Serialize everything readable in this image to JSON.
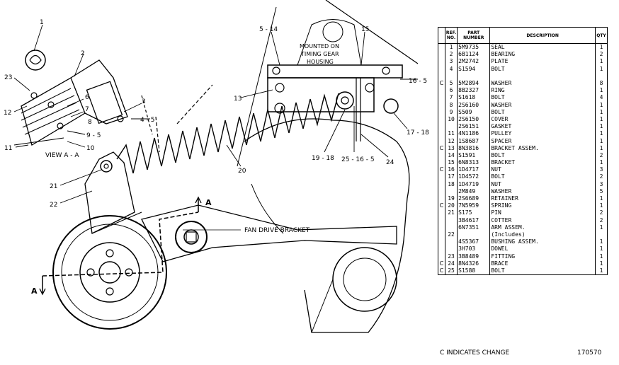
{
  "diagram": {
    "callouts": {
      "c1": "1",
      "c2": "2",
      "c3": "3",
      "c4_5": "4 - 5",
      "c5_14": "5 - 14",
      "c6": "6",
      "c7": "7",
      "c8": "8",
      "c9_5": "9 - 5",
      "c10": "10",
      "c11": "11",
      "c12": "12",
      "c13": "13",
      "c15": "15",
      "c16_5": "16 - 5",
      "c17_18": "17 - 18",
      "c19_18": "19 - 18",
      "c20": "20",
      "c21": "21",
      "c22": "22",
      "c23": "23",
      "c24": "24",
      "c25_16_5": "25 - 16 - 5",
      "view_aa": "VIEW A - A",
      "a_top": "A",
      "a_left": "A"
    },
    "mounted_note": [
      "MOUNTED ON",
      "TIMING GEAR",
      "HOUSING"
    ],
    "fan_drive_bracket": "FAN DRIVE BRACKET"
  },
  "parts_table": {
    "headers": {
      "ref": "REF. NO.",
      "part": "PART NUMBER",
      "desc": "DESCRIPTION",
      "qty": "QTY"
    },
    "rows": [
      {
        "c": "",
        "ref": "1",
        "part": "5M9735",
        "desc": "SEAL",
        "qty": "1"
      },
      {
        "c": "",
        "ref": "2",
        "part": "6B1124",
        "desc": "BEARING",
        "qty": "2"
      },
      {
        "c": "",
        "ref": "3",
        "part": "2M2742",
        "desc": "PLATE",
        "qty": "1"
      },
      {
        "c": "",
        "ref": "4",
        "part": "S1594",
        "desc": "BOLT",
        "qty": "1"
      },
      {
        "c": "",
        "ref": "",
        "part": "",
        "desc": "",
        "qty": ""
      },
      {
        "c": "C",
        "ref": "5",
        "part": "5M2894",
        "desc": "WASHER",
        "qty": "8"
      },
      {
        "c": "",
        "ref": "6",
        "part": "8B2327",
        "desc": "RING",
        "qty": "1"
      },
      {
        "c": "",
        "ref": "7",
        "part": "S1618",
        "desc": "BOLT",
        "qty": "4"
      },
      {
        "c": "",
        "ref": "8",
        "part": "2S6160",
        "desc": "WASHER",
        "qty": "1"
      },
      {
        "c": "",
        "ref": "9",
        "part": "S509",
        "desc": "BOLT",
        "qty": "1"
      },
      {
        "c": "",
        "ref": "10",
        "part": "2S6150",
        "desc": "COVER",
        "qty": "1"
      },
      {
        "c": "",
        "ref": "",
        "part": "2S6151",
        "desc": "GASKET",
        "qty": "1"
      },
      {
        "c": "",
        "ref": "11",
        "part": "4N1186",
        "desc": "PULLEY",
        "qty": "1"
      },
      {
        "c": "",
        "ref": "12",
        "part": "1S8687",
        "desc": "SPACER",
        "qty": "1"
      },
      {
        "c": "C",
        "ref": "13",
        "part": "8N3816",
        "desc": "BRACKET ASSEM.",
        "qty": "1"
      },
      {
        "c": "",
        "ref": "14",
        "part": "S1591",
        "desc": "BOLT",
        "qty": "2"
      },
      {
        "c": "",
        "ref": "15",
        "part": "6N8313",
        "desc": "BRACKET",
        "qty": "1"
      },
      {
        "c": "C",
        "ref": "16",
        "part": "1D4717",
        "desc": "NUT",
        "qty": "3"
      },
      {
        "c": "",
        "ref": "17",
        "part": "1D4572",
        "desc": "BOLT",
        "qty": "2"
      },
      {
        "c": "",
        "ref": "18",
        "part": "1D4719",
        "desc": "NUT",
        "qty": "3"
      },
      {
        "c": "",
        "ref": "",
        "part": "2M849",
        "desc": "WASHER",
        "qty": "5"
      },
      {
        "c": "",
        "ref": "19",
        "part": "2S6689",
        "desc": "RETAINER",
        "qty": "1"
      },
      {
        "c": "C",
        "ref": "20",
        "part": "7N5959",
        "desc": "SPRING",
        "qty": "1"
      },
      {
        "c": "",
        "ref": "21",
        "part": "S175",
        "desc": "PIN",
        "qty": "2"
      },
      {
        "c": "",
        "ref": "",
        "part": "3B4617",
        "desc": "COTTER",
        "qty": "2"
      },
      {
        "c": "",
        "ref": "",
        "part": "6N7351",
        "desc": "ARM ASSEM.",
        "qty": "1"
      },
      {
        "c": "",
        "ref": "22",
        "part": "",
        "desc": "(Includes)",
        "qty": ""
      },
      {
        "c": "",
        "ref": "",
        "part": "4S5367",
        "desc": "BUSHING ASSEM.",
        "qty": "1"
      },
      {
        "c": "",
        "ref": "",
        "part": "3H703",
        "desc": "DOWEL",
        "qty": "1"
      },
      {
        "c": "",
        "ref": "23",
        "part": "3B8489",
        "desc": "FITTING",
        "qty": "1"
      },
      {
        "c": "C",
        "ref": "24",
        "part": "8N4326",
        "desc": "BRACE",
        "qty": "1"
      },
      {
        "c": "C",
        "ref": "25",
        "part": "S1588",
        "desc": "BOLT",
        "qty": "1"
      }
    ],
    "footer_note": "C INDICATES CHANGE",
    "illustration_number": "170570"
  }
}
